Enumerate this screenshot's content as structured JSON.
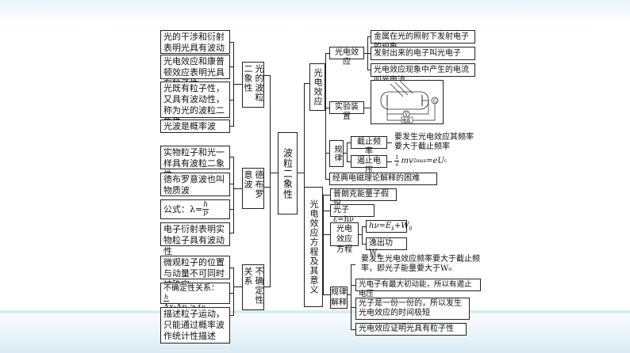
{
  "center": {
    "title": "波粒二象性"
  },
  "left": {
    "wave": {
      "label": "光的波粒二象性",
      "items": [
        "光的干涉和衍射表明光具有波动性",
        "光电效应和康普顿效应表明光具有粒子性",
        "光既有粒子性，又具有波动性，称为光的波粒二象性",
        "光波是概率波"
      ]
    },
    "debroglie": {
      "label": "德布罗意波",
      "items": [
        "实物粒子和光一样具有波粒二象性",
        "德布罗意波也叫物质波",
        "电子衍射表明实物粒子具有波动性"
      ],
      "formula": {
        "prefix": "公式：λ=",
        "num": "h",
        "den": "p"
      }
    },
    "uncertainty": {
      "label": "不确定性关系",
      "items": [
        "微观粒子的位置与动量不可同时被确定",
        "描述粒子运动，只能通过概率波作统计性描述"
      ],
      "formula": {
        "prefix": "不确定性关系：",
        "expr": "Δx·Δp ≥",
        "num": "h",
        "den": "4π"
      }
    }
  },
  "right": {
    "effect": {
      "label": "光电效应",
      "items": [
        "金属在光的照射下发射电子的现象",
        "发射出来的电子叫光电子",
        "光电效应现象中产生的电流叫光电流"
      ],
      "apparatus_label": "实验装置",
      "apparatus_text": {
        "v": "V",
        "g": "G",
        "power": "电源"
      },
      "law": {
        "label": "规律",
        "cutoff_label": "截止频率",
        "cutoff_text": "要发生光电效应其频率要大于截止频率",
        "stop_label": "遏止电压",
        "stop_formula": {
          "frac_num": "1",
          "frac_den": "2",
          "main": "mv",
          "sup": "2",
          "sub": "max",
          "rest": "=eU",
          "rest_sub": "c"
        }
      },
      "classical": "经典电磁理论解释的困难"
    },
    "equation": {
      "label": "光电效应方程及其意义",
      "planck": "普朗克能量子假说",
      "photon": {
        "text": "光子 ε=hν"
      },
      "eq_group_label": "光电效应方程",
      "eq1": {
        "text": "hν=E",
        "sub1": "k",
        "plus": "+W",
        "sub2": "0"
      },
      "eq2": {
        "text": "逸出功W",
        "sub": "0"
      },
      "explain_label": "规律解释",
      "explain_items": [
        "要发生光电效应频率要大于截止频率，即光子能量要大于W₀",
        "光电子有最大初动能，所以有遏止电压",
        "光子是一份一份的，所以发生光电效应的时间极短",
        "光电效应证明光具有粒子性"
      ]
    }
  }
}
